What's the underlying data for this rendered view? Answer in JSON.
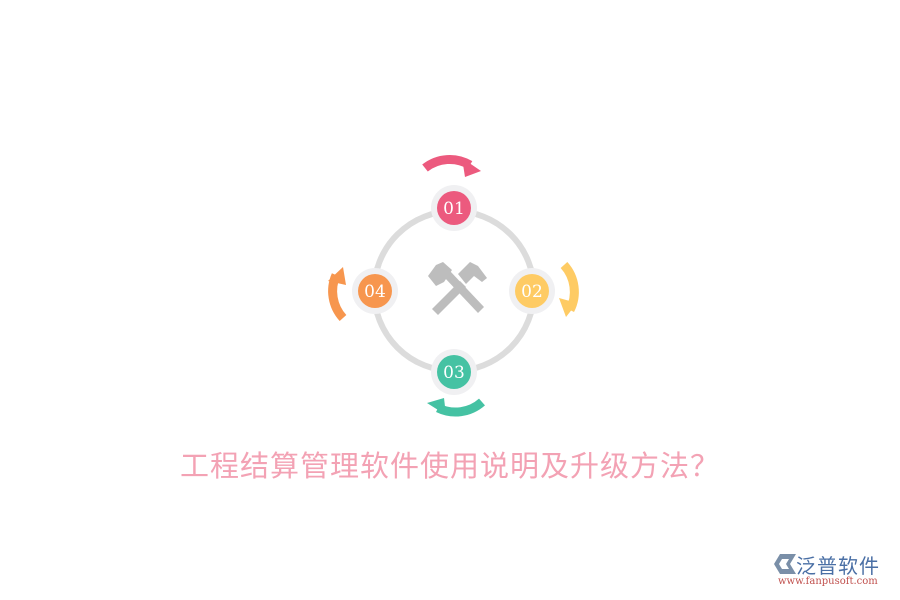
{
  "title": "工程结算管理软件使用说明及升级方法？",
  "center_icon": "crossed-hammers-icon",
  "ring": {
    "color": "#dcdcdc"
  },
  "nodes": [
    {
      "label": "01",
      "color": "#ec5a7e",
      "position": "top",
      "arrow_direction": "clockwise"
    },
    {
      "label": "02",
      "color": "#fecb64",
      "position": "right",
      "arrow_direction": "clockwise"
    },
    {
      "label": "03",
      "color": "#45c2a3",
      "position": "bottom",
      "arrow_direction": "clockwise"
    },
    {
      "label": "04",
      "color": "#f7964e",
      "position": "left",
      "arrow_direction": "clockwise"
    }
  ],
  "logo": {
    "name": "泛普软件",
    "url": "www.fanpusoft.com"
  }
}
